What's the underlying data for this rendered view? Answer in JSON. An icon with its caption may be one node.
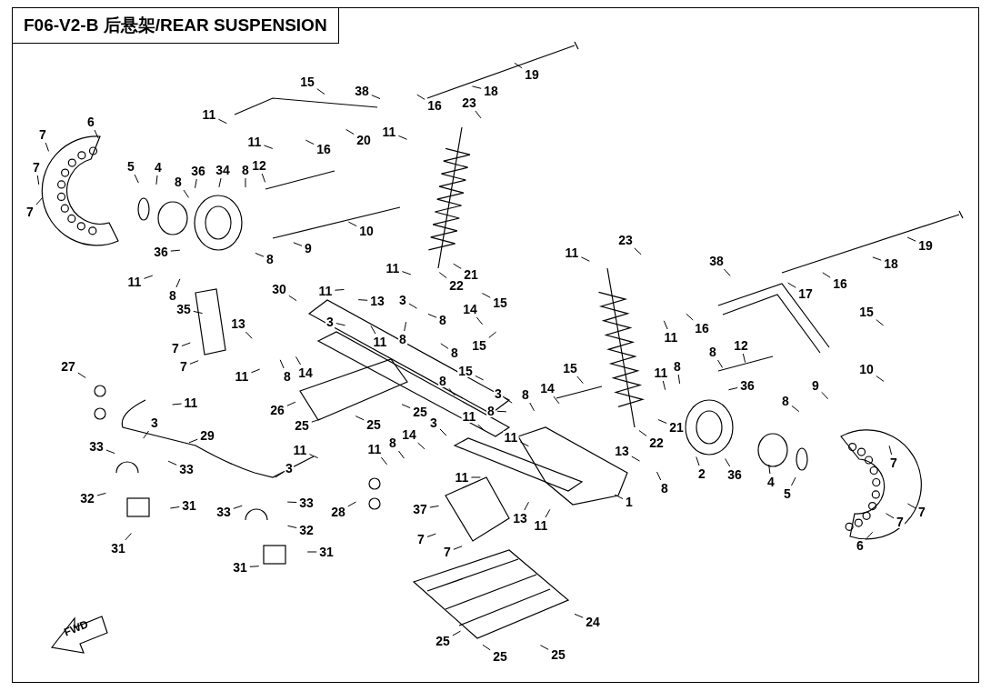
{
  "diagram": {
    "title": "F06-V2-B 后悬架/REAR SUSPENSION",
    "nodes": [
      {
        "text": [
          "15"
        ]
      },
      {
        "text": [
          "38"
        ]
      },
      {
        "text": [
          "19"
        ]
      },
      {
        "text": [
          "18"
        ]
      },
      {
        "text": [
          "16"
        ]
      },
      {
        "text": [
          "23"
        ]
      },
      {
        "text": [
          "11"
        ]
      },
      {
        "text": [
          "11"
        ]
      },
      {
        "text": [
          "16"
        ]
      },
      {
        "text": [
          "20"
        ]
      },
      {
        "text": [
          "11"
        ]
      },
      {
        "text": [
          "6"
        ]
      },
      {
        "text": [
          "7"
        ]
      },
      {
        "text": [
          "7"
        ]
      },
      {
        "text": [
          "7"
        ]
      },
      {
        "text": [
          "5"
        ]
      },
      {
        "text": [
          "4"
        ]
      },
      {
        "text": [
          "8"
        ]
      },
      {
        "text": [
          "36"
        ]
      },
      {
        "text": [
          "34"
        ]
      },
      {
        "text": [
          "8"
        ]
      },
      {
        "text": [
          "12"
        ]
      },
      {
        "text": [
          "10"
        ]
      },
      {
        "text": [
          "9"
        ]
      },
      {
        "text": [
          "36"
        ]
      },
      {
        "text": [
          "8"
        ]
      },
      {
        "text": [
          "11"
        ]
      },
      {
        "text": [
          "8"
        ]
      },
      {
        "text": [
          "30"
        ]
      },
      {
        "text": [
          "11"
        ]
      },
      {
        "text": [
          "13"
        ]
      },
      {
        "text": [
          "35"
        ]
      },
      {
        "text": [
          "3"
        ]
      },
      {
        "text": [
          "14"
        ]
      },
      {
        "text": [
          "15"
        ]
      },
      {
        "text": [
          "8"
        ]
      },
      {
        "text": [
          "11"
        ]
      },
      {
        "text": [
          "21"
        ]
      },
      {
        "text": [
          "22"
        ]
      },
      {
        "text": [
          "13"
        ]
      },
      {
        "text": [
          "3"
        ]
      },
      {
        "text": [
          "11"
        ]
      },
      {
        "text": [
          "8"
        ]
      },
      {
        "text": [
          "7"
        ]
      },
      {
        "text": [
          "7"
        ]
      },
      {
        "text": [
          "15"
        ]
      },
      {
        "text": [
          "8"
        ]
      },
      {
        "text": [
          "27"
        ]
      },
      {
        "text": [
          "11"
        ]
      },
      {
        "text": [
          "8"
        ]
      },
      {
        "text": [
          "14"
        ]
      },
      {
        "text": [
          "11"
        ]
      },
      {
        "text": [
          "26"
        ]
      },
      {
        "text": [
          "25"
        ]
      },
      {
        "text": [
          "25"
        ]
      },
      {
        "text": [
          "25"
        ]
      },
      {
        "text": [
          "15"
        ]
      },
      {
        "text": [
          "8"
        ]
      },
      {
        "text": [
          "15"
        ]
      },
      {
        "text": [
          "14"
        ]
      },
      {
        "text": [
          "3"
        ]
      },
      {
        "text": [
          "8"
        ]
      },
      {
        "text": [
          "3"
        ]
      },
      {
        "text": [
          "11"
        ]
      },
      {
        "text": [
          "8"
        ]
      },
      {
        "text": [
          "14"
        ]
      },
      {
        "text": [
          "8"
        ]
      },
      {
        "text": [
          "11"
        ]
      },
      {
        "text": [
          "11"
        ]
      },
      {
        "text": [
          "11"
        ]
      },
      {
        "text": [
          "29"
        ]
      },
      {
        "text": [
          "3"
        ]
      },
      {
        "text": [
          "33"
        ]
      },
      {
        "text": [
          "33"
        ]
      },
      {
        "text": [
          "32"
        ]
      },
      {
        "text": [
          "31"
        ]
      },
      {
        "text": [
          "31"
        ]
      },
      {
        "text": [
          "3"
        ]
      },
      {
        "text": [
          "11"
        ]
      },
      {
        "text": [
          "37"
        ]
      },
      {
        "text": [
          "13"
        ]
      },
      {
        "text": [
          "11"
        ]
      },
      {
        "text": [
          "1"
        ]
      },
      {
        "text": [
          "33"
        ]
      },
      {
        "text": [
          "33"
        ]
      },
      {
        "text": [
          "32"
        ]
      },
      {
        "text": [
          "28"
        ]
      },
      {
        "text": [
          "31"
        ]
      },
      {
        "text": [
          "31"
        ]
      },
      {
        "text": [
          "7"
        ]
      },
      {
        "text": [
          "7"
        ]
      },
      {
        "text": [
          "24"
        ]
      },
      {
        "text": [
          "25"
        ]
      },
      {
        "text": [
          "25"
        ]
      },
      {
        "text": [
          "25"
        ]
      },
      {
        "text": [
          "11"
        ]
      },
      {
        "text": [
          "23"
        ]
      },
      {
        "text": [
          "19"
        ]
      },
      {
        "text": [
          "18"
        ]
      },
      {
        "text": [
          "38"
        ]
      },
      {
        "text": [
          "16"
        ]
      },
      {
        "text": [
          "17"
        ]
      },
      {
        "text": [
          "16"
        ]
      },
      {
        "text": [
          "11"
        ]
      },
      {
        "text": [
          "15"
        ]
      },
      {
        "text": [
          "8"
        ]
      },
      {
        "text": [
          "12"
        ]
      },
      {
        "text": [
          "11"
        ]
      },
      {
        "text": [
          "8"
        ]
      },
      {
        "text": [
          "36"
        ]
      },
      {
        "text": [
          "10"
        ]
      },
      {
        "text": [
          "9"
        ]
      },
      {
        "text": [
          "8"
        ]
      },
      {
        "text": [
          "22"
        ]
      },
      {
        "text": [
          "21"
        ]
      },
      {
        "text": [
          "13"
        ]
      },
      {
        "text": [
          "8"
        ]
      },
      {
        "text": [
          "2"
        ]
      },
      {
        "text": [
          "36"
        ]
      },
      {
        "text": [
          "4"
        ]
      },
      {
        "text": [
          "5"
        ]
      },
      {
        "text": [
          "7"
        ]
      },
      {
        "text": [
          "7"
        ]
      },
      {
        "text": [
          "7"
        ]
      },
      {
        "text": [
          "6"
        ]
      }
    ],
    "edges": [
      {
        "from": 0,
        "to": null,
        "arrow": "none"
      },
      {
        "from": 1,
        "to": null,
        "arrow": "none"
      },
      {
        "from": 2,
        "to": null,
        "arrow": "none"
      },
      {
        "from": 3,
        "to": null,
        "arrow": "none"
      },
      {
        "from": 4,
        "to": null,
        "arrow": "none"
      },
      {
        "from": 5,
        "to": null,
        "arrow": "none"
      },
      {
        "from": 6,
        "to": null,
        "arrow": "none"
      },
      {
        "from": 7,
        "to": null,
        "arrow": "none"
      },
      {
        "from": 8,
        "to": null,
        "arrow": "none"
      },
      {
        "from": 9,
        "to": null,
        "arrow": "none"
      },
      {
        "from": 10,
        "to": null,
        "arrow": "none"
      },
      {
        "from": 11,
        "to": null,
        "arrow": "none"
      },
      {
        "from": 12,
        "to": null,
        "arrow": "none"
      },
      {
        "from": 13,
        "to": null,
        "arrow": "none"
      },
      {
        "from": 14,
        "to": null,
        "arrow": "none"
      },
      {
        "from": 15,
        "to": null,
        "arrow": "none"
      },
      {
        "from": 16,
        "to": null,
        "arrow": "none"
      },
      {
        "from": 17,
        "to": null,
        "arrow": "none"
      },
      {
        "from": 18,
        "to": null,
        "arrow": "none"
      },
      {
        "from": 19,
        "to": null,
        "arrow": "none"
      },
      {
        "from": 20,
        "to": null,
        "arrow": "none"
      },
      {
        "from": 21,
        "to": null,
        "arrow": "none"
      },
      {
        "from": 22,
        "to": null,
        "arrow": "none"
      },
      {
        "from": 23,
        "to": null,
        "arrow": "none"
      },
      {
        "from": 24,
        "to": null,
        "arrow": "none"
      },
      {
        "from": 25,
        "to": null,
        "arrow": "none"
      },
      {
        "from": 26,
        "to": null,
        "arrow": "none"
      },
      {
        "from": 27,
        "to": null,
        "arrow": "none"
      },
      {
        "from": 28,
        "to": null,
        "arrow": "none"
      },
      {
        "from": 29,
        "to": null,
        "arrow": "none"
      },
      {
        "from": 30,
        "to": null,
        "arrow": "none"
      },
      {
        "from": 31,
        "to": null,
        "arrow": "none"
      },
      {
        "from": 32,
        "to": null,
        "arrow": "none"
      },
      {
        "from": 33,
        "to": null,
        "arrow": "none"
      },
      {
        "from": 34,
        "to": null,
        "arrow": "none"
      },
      {
        "from": 35,
        "to": null,
        "arrow": "none"
      },
      {
        "from": 36,
        "to": null,
        "arrow": "none"
      },
      {
        "from": 37,
        "to": null,
        "arrow": "none"
      },
      {
        "from": 38,
        "to": null,
        "arrow": "none"
      },
      {
        "from": 39,
        "to": null,
        "arrow": "none"
      },
      {
        "from": 40,
        "to": null,
        "arrow": "none"
      },
      {
        "from": 41,
        "to": null,
        "arrow": "none"
      },
      {
        "from": 42,
        "to": null,
        "arrow": "none"
      },
      {
        "from": 43,
        "to": null,
        "arrow": "none"
      },
      {
        "from": 44,
        "to": null,
        "arrow": "none"
      },
      {
        "from": 45,
        "to": null,
        "arrow": "none"
      },
      {
        "from": 46,
        "to": null,
        "arrow": "none"
      },
      {
        "from": 47,
        "to": null,
        "arrow": "none"
      },
      {
        "from": 48,
        "to": null,
        "arrow": "none"
      },
      {
        "from": 49,
        "to": null,
        "arrow": "none"
      },
      {
        "from": 50,
        "to": null,
        "arrow": "none"
      },
      {
        "from": 51,
        "to": null,
        "arrow": "none"
      },
      {
        "from": 52,
        "to": null,
        "arrow": "none"
      },
      {
        "from": 53,
        "to": null,
        "arrow": "none"
      },
      {
        "from": 54,
        "to": null,
        "arrow": "none"
      },
      {
        "from": 55,
        "to": null,
        "arrow": "none"
      },
      {
        "from": 56,
        "to": null,
        "arrow": "none"
      },
      {
        "from": 57,
        "to": null,
        "arrow": "none"
      },
      {
        "from": 58,
        "to": null,
        "arrow": "none"
      },
      {
        "from": 59,
        "to": null,
        "arrow": "none"
      },
      {
        "from": 60,
        "to": null,
        "arrow": "none"
      },
      {
        "from": 61,
        "to": null,
        "arrow": "none"
      },
      {
        "from": 62,
        "to": null,
        "arrow": "none"
      },
      {
        "from": 63,
        "to": null,
        "arrow": "none"
      },
      {
        "from": 64,
        "to": null,
        "arrow": "none"
      },
      {
        "from": 65,
        "to": null,
        "arrow": "none"
      },
      {
        "from": 66,
        "to": null,
        "arrow": "none"
      },
      {
        "from": 67,
        "to": null,
        "arrow": "none"
      },
      {
        "from": 68,
        "to": null,
        "arrow": "none"
      },
      {
        "from": 69,
        "to": null,
        "arrow": "none"
      },
      {
        "from": 70,
        "to": null,
        "arrow": "none"
      },
      {
        "from": 71,
        "to": null,
        "arrow": "none"
      },
      {
        "from": 72,
        "to": null,
        "arrow": "none"
      },
      {
        "from": 73,
        "to": null,
        "arrow": "none"
      },
      {
        "from": 74,
        "to": null,
        "arrow": "none"
      },
      {
        "from": 75,
        "to": null,
        "arrow": "none"
      },
      {
        "from": 76,
        "to": null,
        "arrow": "none"
      },
      {
        "from": 77,
        "to": null,
        "arrow": "none"
      },
      {
        "from": 78,
        "to": null,
        "arrow": "none"
      },
      {
        "from": 79,
        "to": null,
        "arrow": "none"
      },
      {
        "from": 80,
        "to": null,
        "arrow": "none"
      },
      {
        "from": 81,
        "to": null,
        "arrow": "none"
      },
      {
        "from": 82,
        "to": null,
        "arrow": "none"
      },
      {
        "from": 83,
        "to": null,
        "arrow": "none"
      },
      {
        "from": 84,
        "to": null,
        "arrow": "none"
      },
      {
        "from": 85,
        "to": null,
        "arrow": "none"
      },
      {
        "from": 86,
        "to": null,
        "arrow": "none"
      },
      {
        "from": 87,
        "to": null,
        "arrow": "none"
      },
      {
        "from": 88,
        "to": null,
        "arrow": "none"
      },
      {
        "from": 89,
        "to": null,
        "arrow": "none"
      },
      {
        "from": 90,
        "to": null,
        "arrow": "none"
      },
      {
        "from": 91,
        "to": null,
        "arrow": "none"
      },
      {
        "from": 92,
        "to": null,
        "arrow": "none"
      },
      {
        "from": 93,
        "to": null,
        "arrow": "none"
      },
      {
        "from": 94,
        "to": null,
        "arrow": "none"
      },
      {
        "from": 95,
        "to": null,
        "arrow": "none"
      },
      {
        "from": 96,
        "to": null,
        "arrow": "none"
      },
      {
        "from": 97,
        "to": null,
        "arrow": "none"
      },
      {
        "from": 98,
        "to": null,
        "arrow": "none"
      },
      {
        "from": 99,
        "to": null,
        "arrow": "none"
      },
      {
        "from": 100,
        "to": null,
        "arrow": "none"
      },
      {
        "from": 101,
        "to": null,
        "arrow": "none"
      },
      {
        "from": 102,
        "to": null,
        "arrow": "none"
      },
      {
        "from": 103,
        "to": null,
        "arrow": "none"
      },
      {
        "from": 104,
        "to": null,
        "arrow": "none"
      },
      {
        "from": 105,
        "to": null,
        "arrow": "none"
      },
      {
        "from": 106,
        "to": null,
        "arrow": "none"
      },
      {
        "from": 107,
        "to": null,
        "arrow": "none"
      },
      {
        "from": 108,
        "to": null,
        "arrow": "none"
      },
      {
        "from": 109,
        "to": null,
        "arrow": "none"
      },
      {
        "from": 110,
        "to": null,
        "arrow": "none"
      },
      {
        "from": 111,
        "to": null,
        "arrow": "none"
      },
      {
        "from": 112,
        "to": null,
        "arrow": "none"
      },
      {
        "from": 113,
        "to": null,
        "arrow": "none"
      },
      {
        "from": 114,
        "to": null,
        "arrow": "none"
      },
      {
        "from": 115,
        "to": null,
        "arrow": "none"
      },
      {
        "from": 116,
        "to": null,
        "arrow": "none"
      },
      {
        "from": 117,
        "to": null,
        "arrow": "none"
      },
      {
        "from": 118,
        "to": null,
        "arrow": "none"
      },
      {
        "from": 119,
        "to": null,
        "arrow": "none"
      },
      {
        "from": 120,
        "to": null,
        "arrow": "none"
      },
      {
        "from": 121,
        "to": null,
        "arrow": "none"
      },
      {
        "from": 122,
        "to": null,
        "arrow": "none"
      },
      {
        "from": 123,
        "to": null,
        "arrow": "none"
      },
      {
        "from": 124,
        "to": null,
        "arrow": "none"
      }
    ],
    "labels": [
      "FWD"
    ]
  }
}
